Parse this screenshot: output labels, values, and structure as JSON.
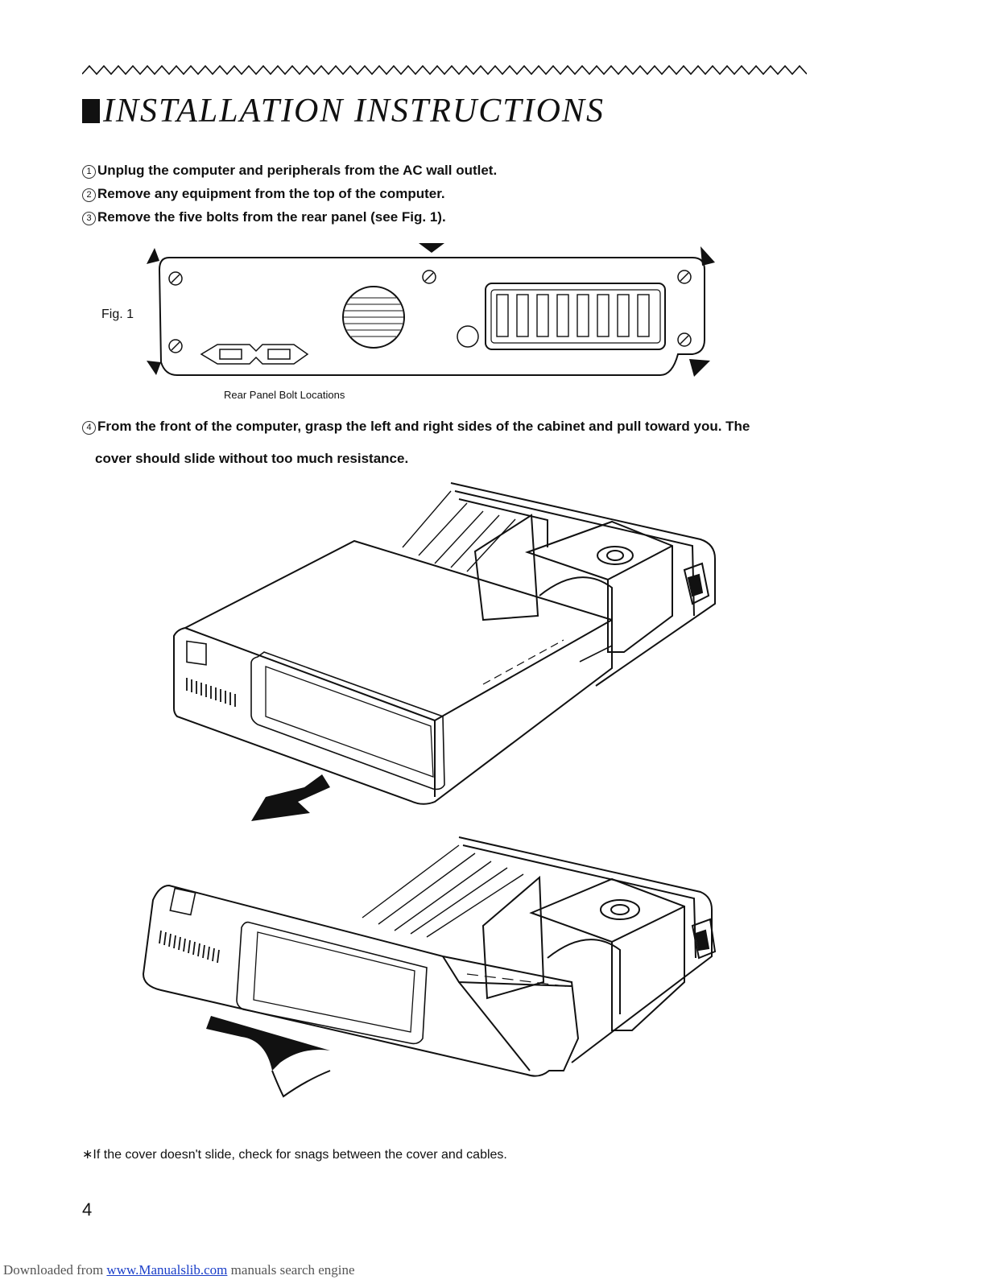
{
  "heading": "INSTALLATION INSTRUCTIONS",
  "steps": [
    {
      "num": "1",
      "text": "Unplug the computer and peripherals from the AC wall outlet."
    },
    {
      "num": "2",
      "text": "Remove any equipment from the top of the computer."
    },
    {
      "num": "3",
      "text": "Remove the five bolts from the rear panel (see Fig. 1)."
    },
    {
      "num": "4",
      "text": "From the front of the computer, grasp the left and right sides of the cabinet and pull toward you. The",
      "text2": "cover should slide without too much resistance."
    }
  ],
  "figure1": {
    "label": "Fig. 1",
    "caption": "Rear Panel Bolt Locations"
  },
  "note": "∗If the cover doesn't slide, check for snags between the cover and cables.",
  "page_number": "4",
  "footer": {
    "prefix": "Downloaded from ",
    "link": "www.Manualslib.com",
    "suffix": " manuals search engine"
  }
}
